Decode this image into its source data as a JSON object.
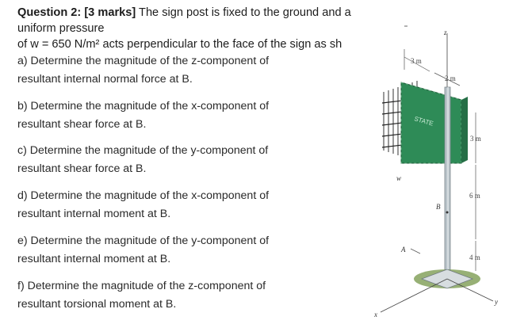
{
  "header": {
    "label": "Question 2: [3 marks]",
    "text_line1": " The sign post is fixed to the ground and a uniform pressure",
    "text_line2": "of w = 650 N/m² acts perpendicular to the face of the sign as sh"
  },
  "questions": [
    {
      "line1": "a) Determine the magnitude of the z-component of",
      "line2": "resultant internal normal force at B."
    },
    {
      "line1": "b) Determine the magnitude of the x-component of",
      "line2": "resultant shear force at B."
    },
    {
      "line1": "c) Determine the magnitude of the y-component of",
      "line2": "resultant shear force at B."
    },
    {
      "line1": "d) Determine the magnitude of the x-component of",
      "line2": "resultant internal moment at B."
    },
    {
      "line1": "e) Determine the magnitude of the y-component of",
      "line2": "resultant internal moment at B."
    },
    {
      "line1": "f) Determine the magnitude of the z-component of",
      "line2": "resultant torsional moment at B."
    }
  ],
  "figure": {
    "dim_width": "3 m",
    "dim_offset": "2 m",
    "dim_sign_height": "3 m",
    "dim_post": "6 m",
    "dim_base": "4 m",
    "load": "w",
    "point_b": "B",
    "point_a": "A",
    "axis_z": "z",
    "axis_x": "x",
    "axis_y": "y",
    "sign_text": "STATE",
    "colors": {
      "sign_face": "#2e8b57",
      "post": "#b9c3c9",
      "arrows": "#333333",
      "ground": "#6b8e3a"
    }
  }
}
